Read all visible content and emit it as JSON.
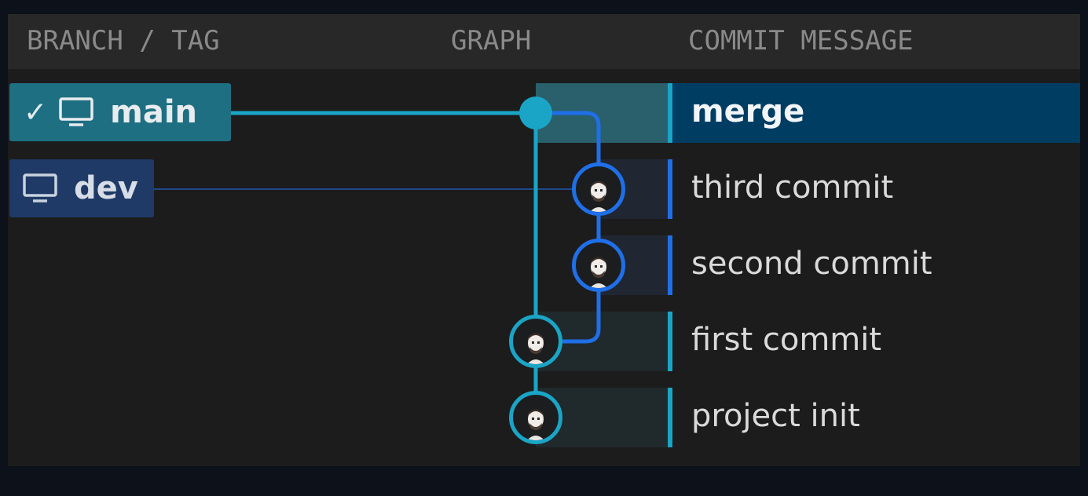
{
  "header": {
    "branch_tag": "BRANCH / TAG",
    "graph": "GRAPH",
    "commit_message": "COMMIT MESSAGE"
  },
  "branches": [
    {
      "name": "main",
      "checked_out": true,
      "icon": "computer-icon",
      "color": "#1e6f82"
    },
    {
      "name": "dev",
      "checked_out": false,
      "icon": "computer-icon",
      "color": "#1f3a66"
    }
  ],
  "commits": [
    {
      "message": "merge",
      "lane": "main",
      "selected": true
    },
    {
      "message": "third commit",
      "lane": "dev",
      "selected": false
    },
    {
      "message": "second commit",
      "lane": "dev",
      "selected": false
    },
    {
      "message": "first commit",
      "lane": "main",
      "selected": false
    },
    {
      "message": "project init",
      "lane": "main",
      "selected": false
    }
  ],
  "colors": {
    "main_lane": "#1aa5c6",
    "dev_lane": "#1f6fe8",
    "selected_row": "#003d63",
    "background": "#1c1c1c"
  }
}
